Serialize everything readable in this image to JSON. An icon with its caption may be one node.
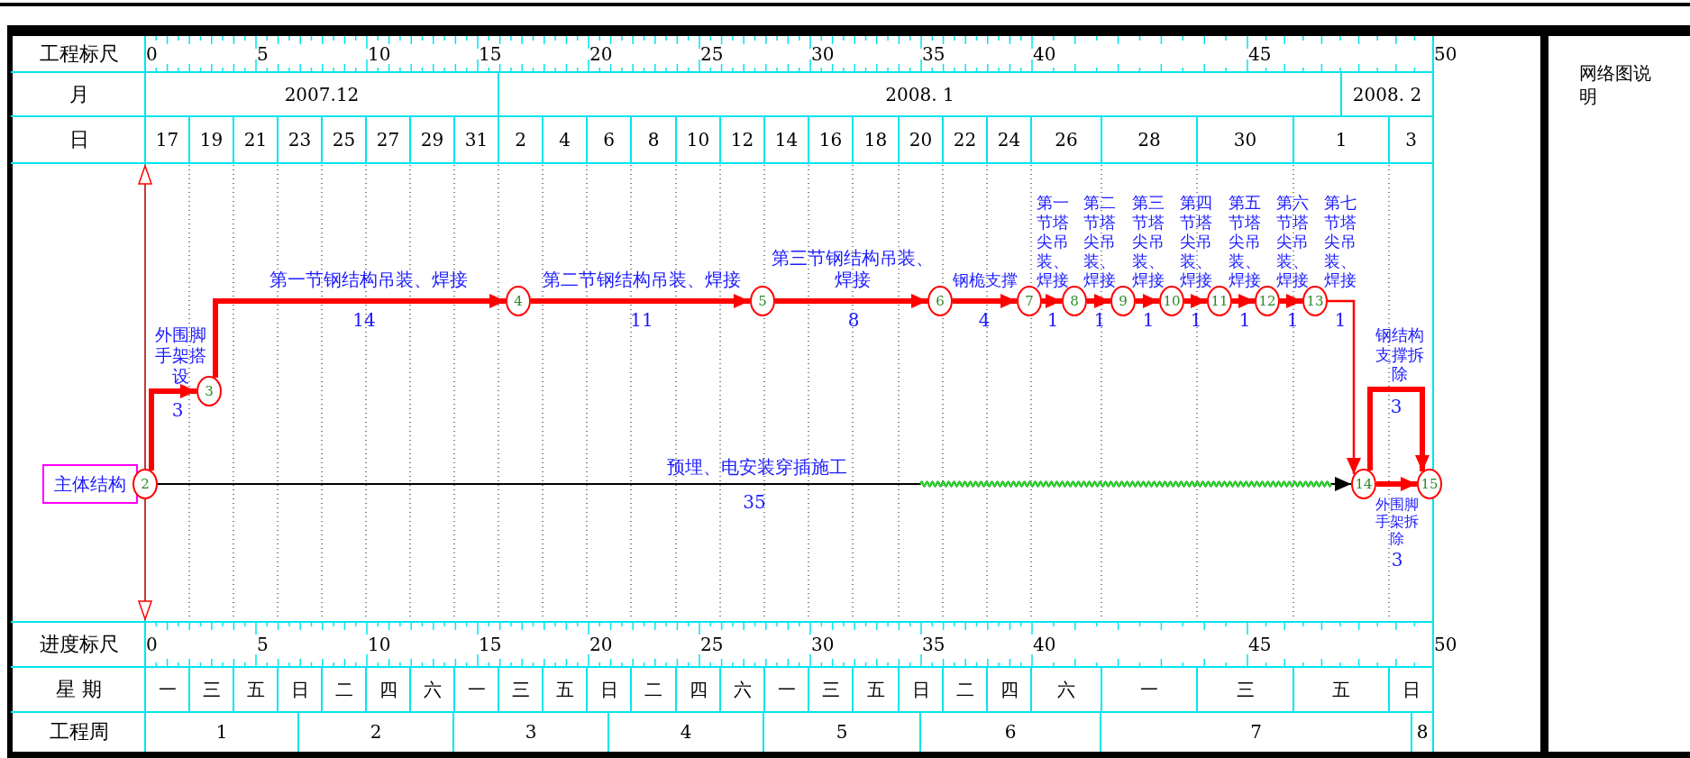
{
  "diagram": {
    "nodes": [
      {
        "text": [
          "主体结构"
        ]
      },
      {
        "text": [
          "2"
        ]
      },
      {
        "text": [
          "3"
        ]
      },
      {
        "text": [
          "4"
        ]
      },
      {
        "text": [
          "5"
        ]
      },
      {
        "text": [
          "6"
        ]
      },
      {
        "text": [
          "7"
        ]
      },
      {
        "text": [
          "8"
        ]
      },
      {
        "text": [
          "9"
        ]
      },
      {
        "text": [
          "10"
        ]
      },
      {
        "text": [
          "11"
        ]
      },
      {
        "text": [
          "12"
        ]
      },
      {
        "text": [
          "13"
        ]
      },
      {
        "text": [
          "14"
        ]
      },
      {
        "text": [
          "15"
        ]
      }
    ],
    "edges": [
      {
        "from": 1,
        "to": 2,
        "arrow": "to",
        "label": "外围脚手架搭设"
      },
      {
        "from": 2,
        "to": 3,
        "arrow": "to",
        "label": "第一节钢结构吊装、焊接"
      },
      {
        "from": 3,
        "to": 4,
        "arrow": "to",
        "label": "第二节钢结构吊装、焊接"
      },
      {
        "from": 4,
        "to": 5,
        "arrow": "to",
        "label": "第三节钢结构吊装、焊接"
      },
      {
        "from": 5,
        "to": 6,
        "arrow": "to",
        "label": "钢桅支撑"
      },
      {
        "from": 6,
        "to": 7,
        "arrow": "to",
        "label": "第一节塔尖吊装、焊接"
      },
      {
        "from": 7,
        "to": 8,
        "arrow": "to",
        "label": "第二节塔尖吊装、焊接"
      },
      {
        "from": 8,
        "to": 9,
        "arrow": "to",
        "label": "第三节塔尖吊装、焊接"
      },
      {
        "from": 9,
        "to": 10,
        "arrow": "to",
        "label": "第四节塔尖吊装、焊接"
      },
      {
        "from": 10,
        "to": 11,
        "arrow": "to",
        "label": "第五节塔尖吊装、焊接"
      },
      {
        "from": 11,
        "to": 12,
        "arrow": "to",
        "label": "第六节塔尖吊装、焊接"
      },
      {
        "from": 12,
        "to": 13,
        "arrow": "to",
        "label": "第七节塔尖吊装、焊接"
      },
      {
        "from": 1,
        "to": 13,
        "arrow": "to",
        "label": "预埋、电安装穿插施工",
        "color": "#000000"
      },
      {
        "from": 13,
        "to": 14,
        "arrow": "to",
        "label": "钢结构支撑拆除"
      },
      {
        "from": 13,
        "to": 14,
        "arrow": "to",
        "label": "外围脚手架拆除"
      }
    ],
    "labels": [
      "工程标尺",
      "0",
      "5",
      "10",
      "15",
      "20",
      "25",
      "30",
      "35",
      "40",
      "45",
      "50",
      "月",
      "2007.12",
      "2008. 1",
      "2008. 2",
      "日",
      "17",
      "19",
      "21",
      "23",
      "25",
      "27",
      "29",
      "31",
      "2",
      "4",
      "6",
      "8",
      "10",
      "12",
      "14",
      "16",
      "18",
      "20",
      "22",
      "24",
      "26",
      "28",
      "30",
      "1",
      "3",
      "3",
      "14",
      "11",
      "8",
      "4",
      "1",
      "1",
      "1",
      "1",
      "1",
      "1",
      "1",
      "35",
      "3",
      "3",
      "进度标尺",
      "0",
      "5",
      "10",
      "15",
      "20",
      "25",
      "30",
      "35",
      "40",
      "45",
      "50",
      "星 期",
      "一",
      "三",
      "五",
      "日",
      "二",
      "四",
      "六",
      "一",
      "三",
      "五",
      "日",
      "二",
      "四",
      "六",
      "一",
      "三",
      "五",
      "日",
      "二",
      "四",
      "六",
      "一",
      "三",
      "五",
      "日",
      "工程周",
      "1",
      "2",
      "3",
      "4",
      "5",
      "6",
      "7",
      "8",
      "网络图说明"
    ]
  }
}
